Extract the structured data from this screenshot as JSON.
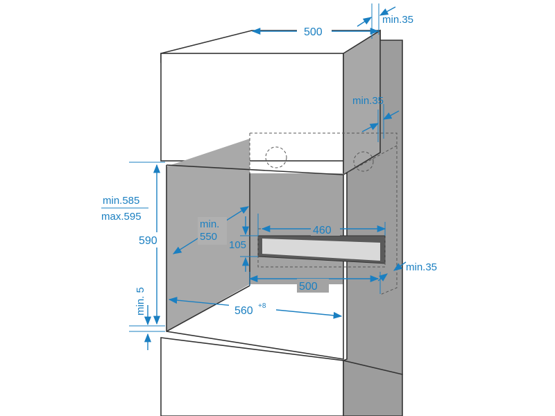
{
  "colors": {
    "dimension": "#1a7fc1",
    "cabinet_side": "#9d9d9d",
    "cabinet_inside": "#b0b0b0",
    "cabinet_back": "#a3a3a3",
    "outline": "#333333",
    "background": "#ffffff"
  },
  "dimensions": {
    "top_width": "500",
    "top_clearance": "min.35",
    "side_clearance": "min.35",
    "side_clearance_lower": "min.35",
    "opening_height_min": "min.585",
    "opening_height_max": "max.595",
    "height": "590",
    "depth_min": "min.",
    "depth_value": "550",
    "vent_width": "460",
    "vent_height": "105",
    "base_depth": "500",
    "base_clearance": "min. 5",
    "width_value": "560",
    "width_tolerance": "+8"
  }
}
